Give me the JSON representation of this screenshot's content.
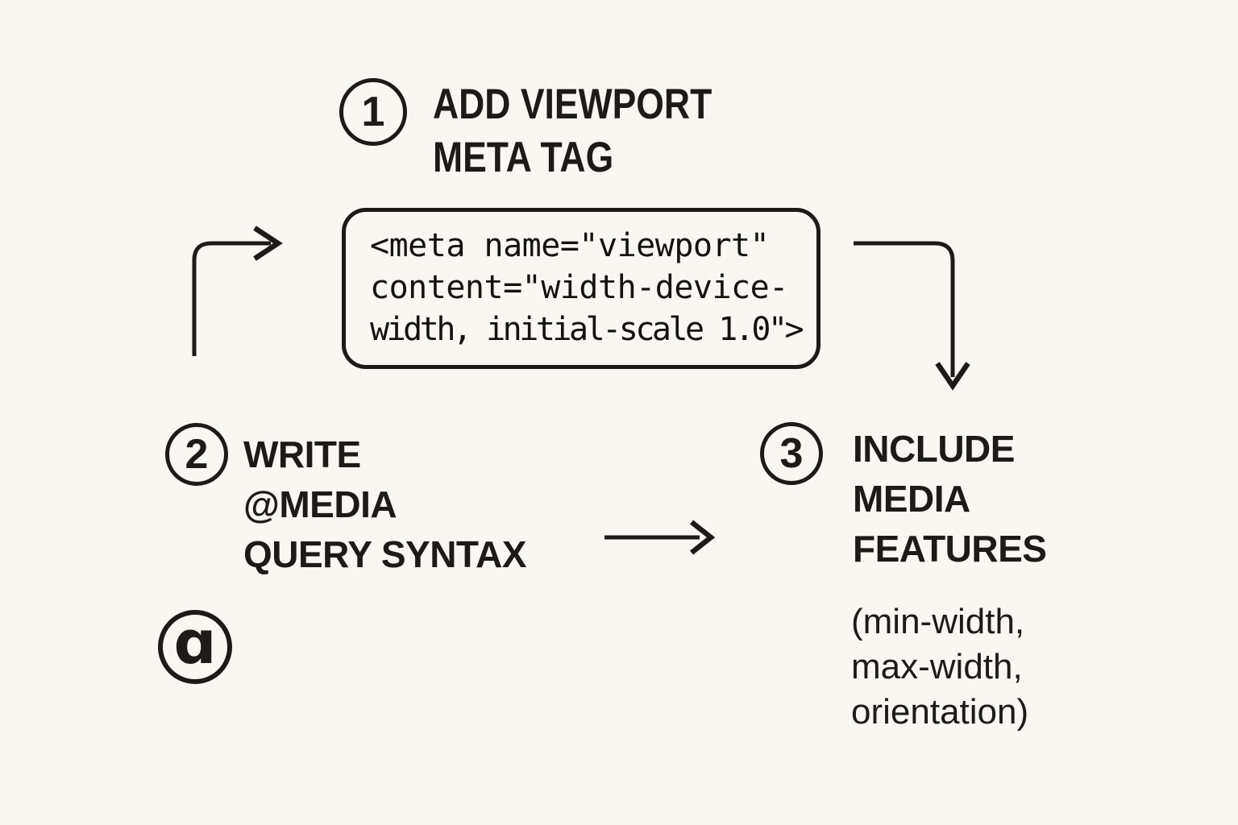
{
  "colors": {
    "background": "#f9f7f1",
    "ink": "#1d1b18"
  },
  "diagram": {
    "step1": {
      "number": "1",
      "title_line1": "ADD VIEWPORT",
      "title_line2": "META TAG"
    },
    "code_box": {
      "line1": "<meta name=\"viewport\"",
      "line2": "content=\"width-device-",
      "line3": "width, initial-scale 1.0\">"
    },
    "step2": {
      "number": "2",
      "title_line1": "WRITE",
      "title_line2": "@MEDIA",
      "title_line3": "QUERY SYNTAX"
    },
    "step3": {
      "number": "3",
      "title_line1": "INCLUDE",
      "title_line2": "MEDIA",
      "title_line3": "FEATURES",
      "sub_line1": "(min-width,",
      "sub_line2": "max-width,",
      "sub_line3": "orientation)"
    },
    "at_badge": {
      "glyph": "ɑ"
    },
    "icons": [
      "arrow-up-right-icon",
      "arrow-right-down-icon",
      "arrow-right-icon"
    ]
  }
}
